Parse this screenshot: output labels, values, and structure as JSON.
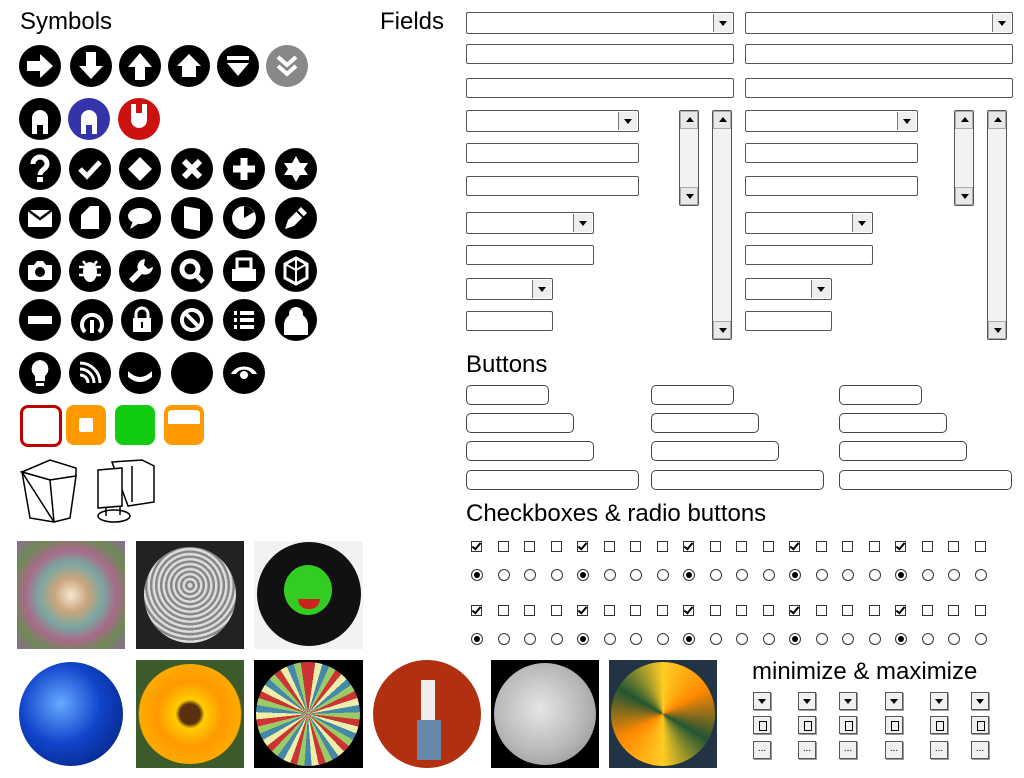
{
  "headings": {
    "symbols": "Symbols",
    "fields": "Fields",
    "buttons": "Buttons",
    "checkboxes": "Checkboxes & radio buttons",
    "minmax": "minimize & maximize"
  },
  "symbols": [
    "arrow-right-icon",
    "arrow-down-icon",
    "arrow-up-icon",
    "home-up-icon",
    "eject-down-icon",
    "double-chevron-down-icon",
    "user-icon",
    "user-blue-icon",
    "user-red-icon",
    "question-icon",
    "check-icon",
    "diamond-icon",
    "close-icon",
    "plus-icon",
    "star-icon",
    "mail-icon",
    "document-icon",
    "chat-icon",
    "book-icon",
    "pie-icon",
    "pencil-icon",
    "camera-icon",
    "bug-icon",
    "wrench-icon",
    "search-icon",
    "print-icon",
    "package-icon",
    "minus-icon",
    "power-icon",
    "lock-icon",
    "no-entry-icon",
    "list-icon",
    "person-icon",
    "lightbulb-icon",
    "rss-icon",
    "smile-icon",
    "moon-icon",
    "eye-icon"
  ],
  "status_squares": [
    "#c00000",
    "#ff9900",
    "#00cc00",
    "#ff9900"
  ],
  "window_dots": "...",
  "maximize_glyph": "1"
}
